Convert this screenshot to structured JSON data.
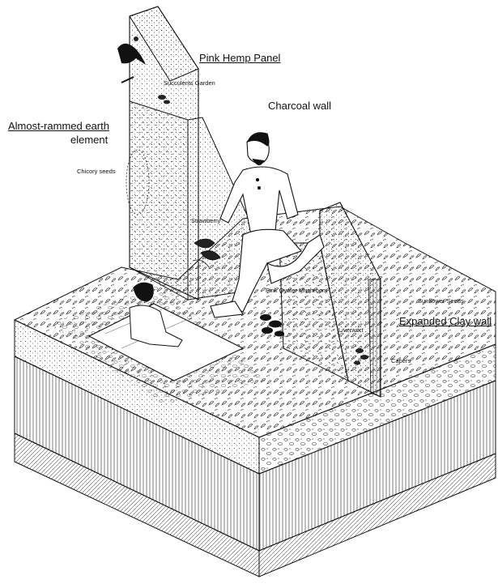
{
  "labels": {
    "pink_hemp_panel": "Pink Hemp Panel",
    "succulents_garden": "Succulents Garden",
    "charcoal_wall": "Charcoal wall",
    "almost_rammed_1": "Almost-rammed earth",
    "almost_rammed_2": "element",
    "chicory_seeds": "Chicory seeds",
    "strawberry": "Strawberry",
    "pink_oyster": "Pink Oyster Mushroom",
    "sunflower_seeds": "Sunflower Seeds",
    "expanded_clay": "Expanded Clay wall",
    "liverwort": "Liverwort",
    "capers": "Capers"
  },
  "colors": {
    "ink": "#111111",
    "paper": "#ffffff"
  }
}
